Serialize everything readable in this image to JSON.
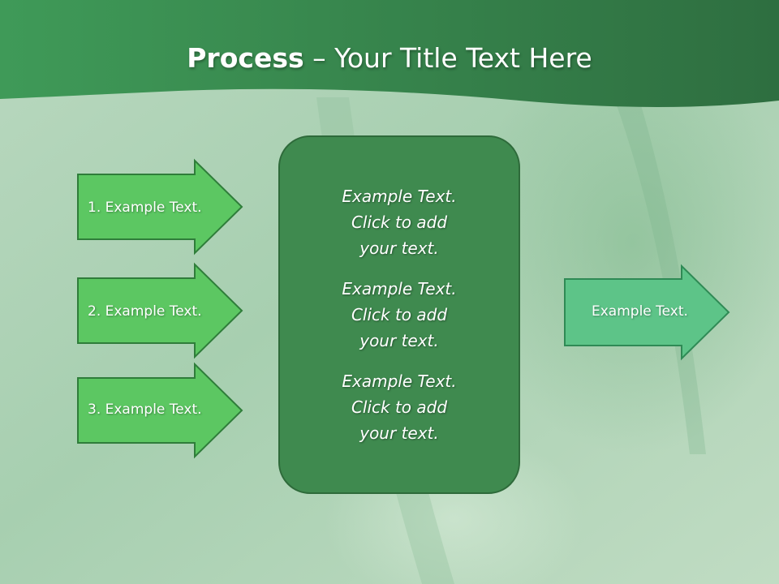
{
  "slide": {
    "title_bold": "Process",
    "title_rest": " – Your Title Text Here"
  },
  "input_arrows": [
    {
      "label": "1. Example Text."
    },
    {
      "label": "2. Example Text."
    },
    {
      "label": "3. Example Text."
    }
  ],
  "center_box": {
    "blocks": [
      {
        "lines": [
          "Example Text.",
          "Click  to add",
          "your text."
        ]
      },
      {
        "lines": [
          "Example Text.",
          "Click  to add",
          "your text."
        ]
      },
      {
        "lines": [
          "Example Text.",
          "Click  to add",
          "your text."
        ]
      }
    ]
  },
  "output_arrow": {
    "label": "Example Text."
  },
  "colors": {
    "header_dark": "#2e7040",
    "header_light": "#3f9a58",
    "input_arrow_fill": "#5cc762",
    "input_arrow_stroke": "#2f7d3a",
    "center_fill": "#3f8a4f",
    "center_stroke": "#2e6a3a",
    "output_arrow_fill": "#5dc488",
    "output_arrow_stroke": "#2f8a55"
  }
}
